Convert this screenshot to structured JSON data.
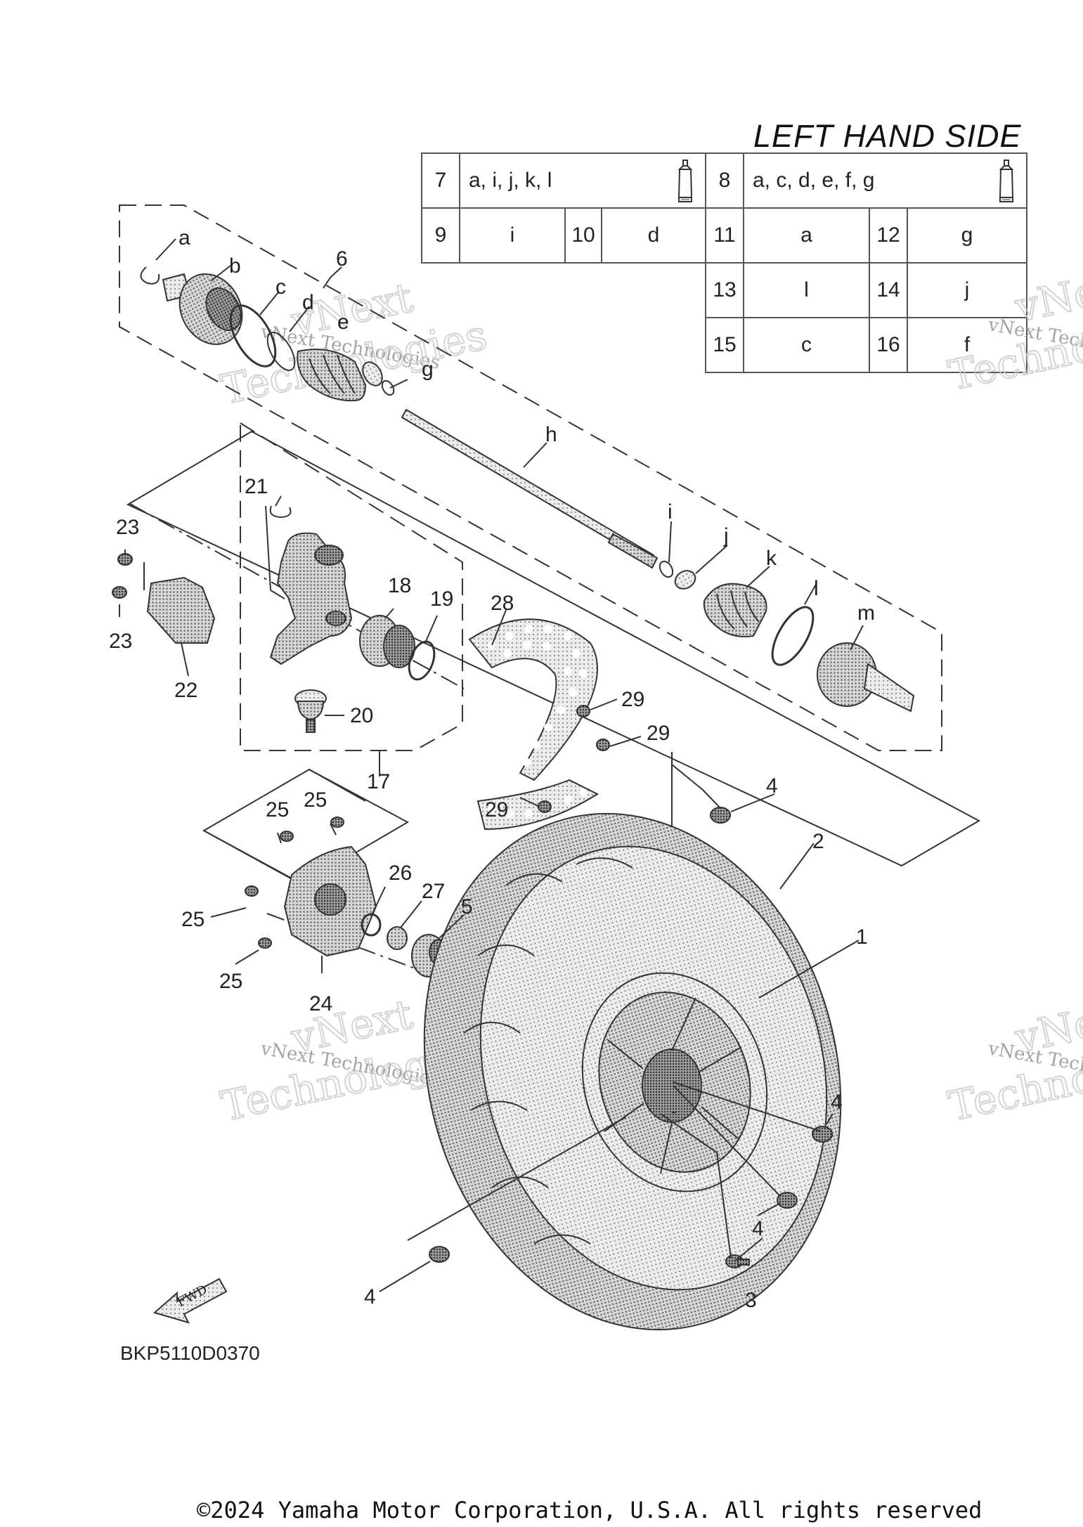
{
  "title": "LEFT HAND SIDE",
  "legend": {
    "row1": [
      {
        "num": "7",
        "parts": "a, i, j, k, l",
        "icon": "grease-tube-icon"
      },
      {
        "num": "8",
        "parts": "a, c, d, e, f, g",
        "icon": "grease-tube-icon"
      }
    ],
    "row2": [
      {
        "num": "9",
        "parts": "i"
      },
      {
        "num": "10",
        "parts": "d"
      },
      {
        "num": "11",
        "parts": "a"
      },
      {
        "num": "12",
        "parts": "g"
      }
    ],
    "row3": [
      {
        "num": "13",
        "parts": "l"
      },
      {
        "num": "14",
        "parts": "j"
      }
    ],
    "row4": [
      {
        "num": "15",
        "parts": "c"
      },
      {
        "num": "16",
        "parts": "f"
      }
    ]
  },
  "callouts": {
    "n1": "1",
    "n2": "2",
    "n3": "3",
    "n4": "4",
    "n5": "5",
    "n6": "6",
    "n17": "17",
    "n18": "18",
    "n19": "19",
    "n20": "20",
    "n21": "21",
    "n22": "22",
    "n23": "23",
    "n24": "24",
    "n25": "25",
    "n26": "26",
    "n27": "27",
    "n28": "28",
    "n29": "29",
    "a": "a",
    "b": "b",
    "c": "c",
    "d": "d",
    "e": "e",
    "g": "g",
    "h": "h",
    "i": "i",
    "j": "j",
    "k": "k",
    "l": "l",
    "m": "m"
  },
  "fwd_label": "FWD",
  "watermark": {
    "line1": "vNext",
    "line2": "vNext Technologies",
    "line3": "Technologies"
  },
  "diagram_id": "BKP5110D0370",
  "copyright": "©2024 Yamaha Motor Corporation, U.S.A. All rights reserved"
}
